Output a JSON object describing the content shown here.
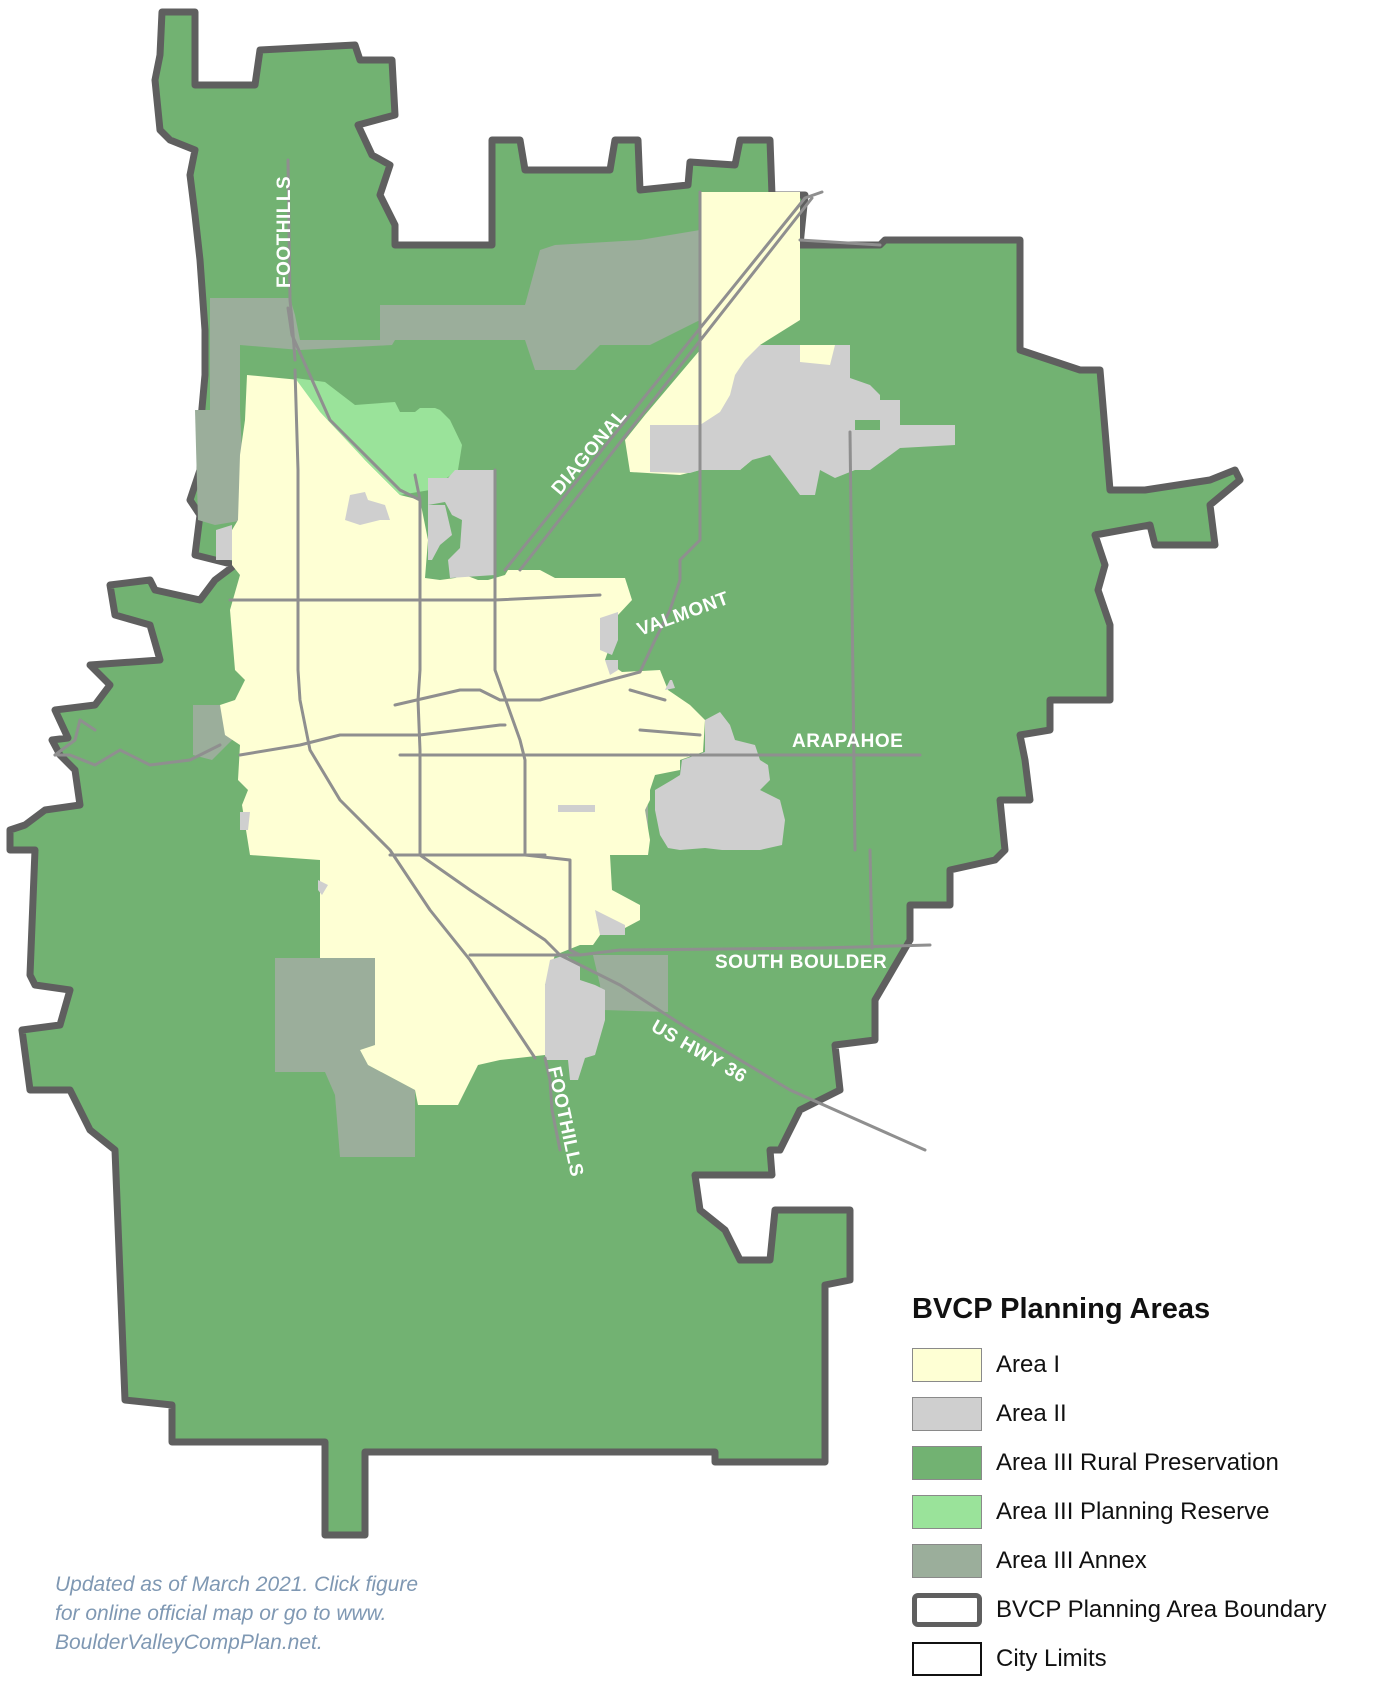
{
  "roads": {
    "foothills_north": "FOOTHILLS",
    "diagonal": "DIAGONAL",
    "valmont": "VALMONT",
    "arapahoe": "ARAPAHOE",
    "south_boulder": "SOUTH BOULDER",
    "us_hwy_36": "US HWY 36",
    "foothills_south": "FOOTHILLS"
  },
  "legend": {
    "title": "BVCP Planning Areas",
    "items": [
      {
        "label": "Area I",
        "color": "#feffd4"
      },
      {
        "label": "Area II",
        "color": "#cfcfcf"
      },
      {
        "label": "Area III Rural Preservation",
        "color": "#72b272"
      },
      {
        "label": "Area III Planning Reserve",
        "color": "#9ae39a"
      },
      {
        "label": "Area III Annex",
        "color": "#9bae9b"
      },
      {
        "label": "BVCP Planning Area Boundary",
        "color": "#ffffff"
      },
      {
        "label": "City Limits",
        "color": "#ffffff"
      }
    ]
  },
  "note": {
    "text": "Updated as of March 2021. Click figure for online official map or go to www. BoulderValleyCompPlan.net."
  },
  "colors": {
    "rural_preservation": "#72b272",
    "area_i": "#feffd4",
    "area_ii": "#cfcfcf",
    "planning_reserve": "#9ae39a",
    "annex": "#9bae9b",
    "boundary": "#5f5f5f",
    "roads": "#8f8f8f"
  }
}
